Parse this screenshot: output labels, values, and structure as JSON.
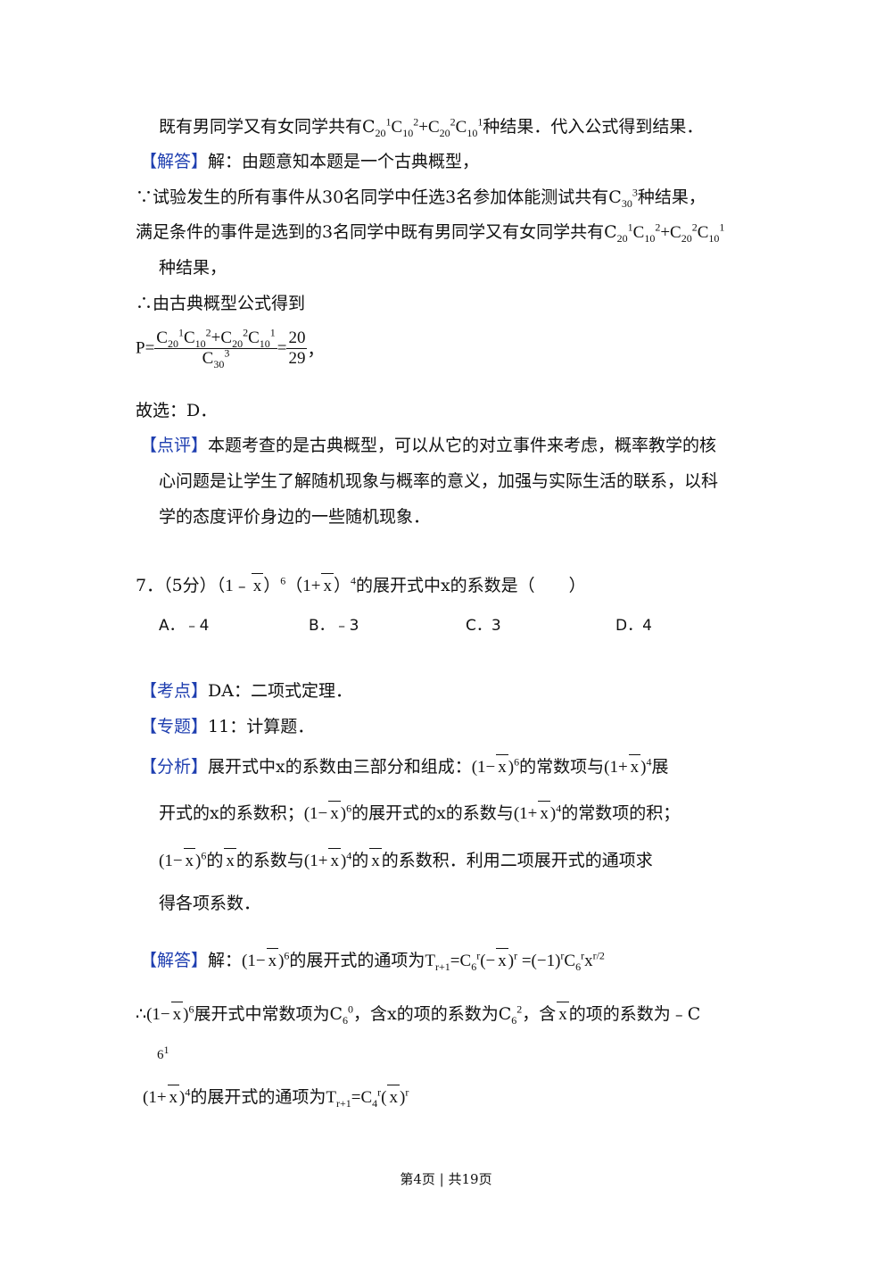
{
  "page": {
    "line1": "既有男同学又有女同学共有C",
    "line1_tail": "种结果．代入公式得到结果．",
    "answer_tag": "【解答】",
    "answer_text": "解：由题意知本题是一个古典概型，",
    "line_since": "∵试验发生的所有事件从30名同学中任选3名参加体能测试共有C",
    "line_since_tail": "种结果，",
    "line_satisfy": "满足条件的事件是选到的3名同学中既有男同学又有女同学共有C",
    "line_result": "种结果，",
    "line_therefore": "∴由古典概型公式得到",
    "prob_value_num": "20",
    "prob_value_den": "29",
    "choose": "故选：D．",
    "comment_tag": "【点评】",
    "comment_1": "本题考查的是古典概型，可以从它的对立事件来考虑，概率教学的核",
    "comment_2": "心问题是让学生了解随机现象与概率的意义，加强与实际生活的联系，以科",
    "comment_3": "学的态度评价身边的一些随机现象．"
  },
  "question7": {
    "number": "7．",
    "score": "（5分）",
    "tail": "的展开式中x的系数是（　　）",
    "options": [
      "A．﹣4",
      "B．﹣3",
      "C．3",
      "D．4"
    ]
  },
  "solution7": {
    "kaodian_tag": "【考点】",
    "kaodian": "DA：二项式定理．",
    "zhuanti_tag": "【专题】",
    "zhuanti": "11：计算题．",
    "fenxi_tag": "【分析】",
    "fenxi_1a": "展开式中x的系数由三部分和组成：",
    "fenxi_1b": "的常数项与",
    "fenxi_1c": "展",
    "fenxi_2a": "开式的x的系数积；",
    "fenxi_2b": "的展开式的x的系数与",
    "fenxi_2c": "的常数项的积；",
    "fenxi_3a": "的",
    "fenxi_3b": "的系数与",
    "fenxi_3c": "的",
    "fenxi_3d": "的系数积．利用二项展开式的通项求",
    "fenxi_4": "得各项系数．",
    "jieda_tag": "【解答】",
    "jieda_a": "解：",
    "jieda_b": "的展开式的通项为",
    "therefore_a": "∴",
    "therefore_b": "展开式中常数项为C",
    "therefore_c": "，含x的项的系数为C",
    "therefore_d": "，含",
    "therefore_e": "的项的系数为﹣C",
    "last_b": "的展开式的通项为"
  },
  "footer": {
    "text": "第4页 | 共19页"
  }
}
